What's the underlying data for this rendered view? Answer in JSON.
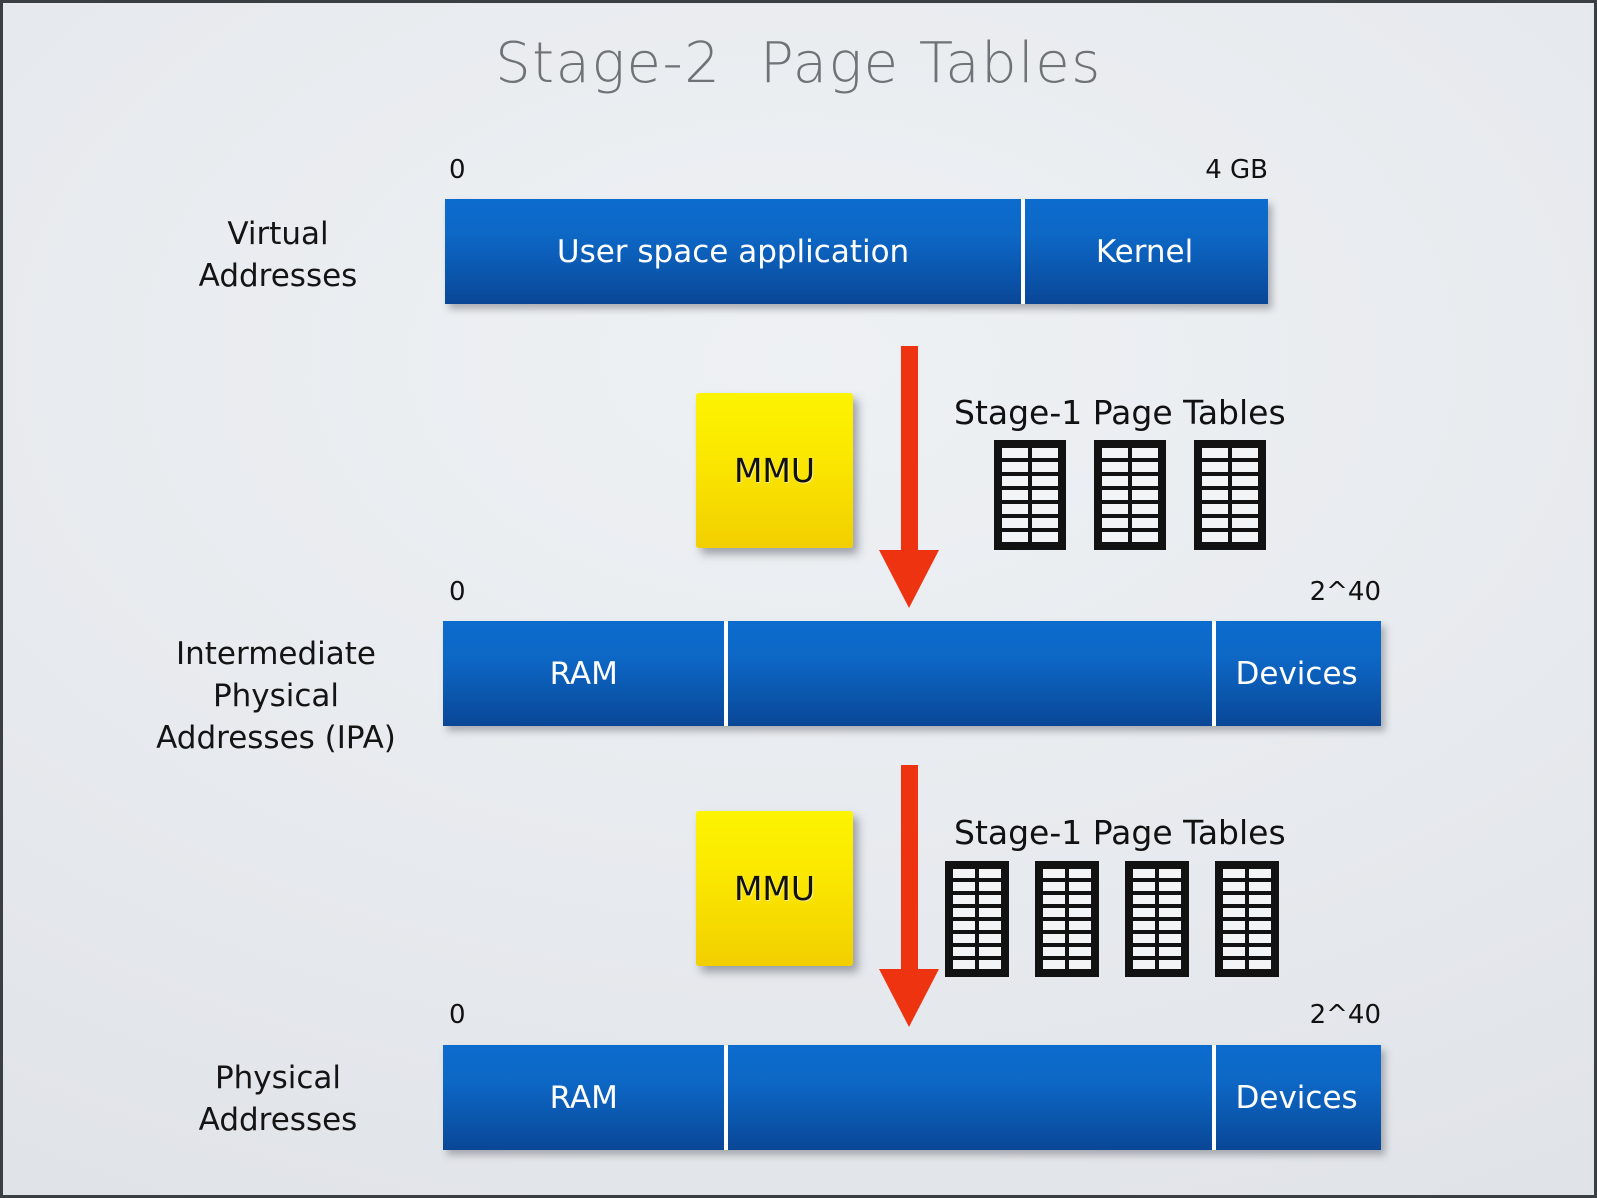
{
  "slide": {
    "title": "Stage-2  Page Tables",
    "background_color": "#e7eaee",
    "accent_blue": "#0b59b0",
    "accent_yellow": "#f7e400",
    "accent_red": "#ee3311"
  },
  "rows": [
    {
      "id": "virtual",
      "label": "Virtual\nAddresses",
      "tick_left": "0",
      "tick_right": "4 GB",
      "segments": [
        {
          "label": "User space application",
          "width_pct": 70
        },
        {
          "label": "Kernel",
          "width_pct": 30
        }
      ]
    },
    {
      "id": "ipa",
      "label": "Intermediate Physical\nAddresses (IPA)",
      "tick_left": "0",
      "tick_right": "2^40",
      "segments": [
        {
          "label": "RAM",
          "width_pct": 30
        },
        {
          "label": "",
          "width_pct": 52
        },
        {
          "label": "Devices",
          "width_pct": 18
        }
      ]
    },
    {
      "id": "physical",
      "label": "Physical\nAddresses",
      "tick_left": "0",
      "tick_right": "2^40",
      "segments": [
        {
          "label": "RAM",
          "width_pct": 30
        },
        {
          "label": "",
          "width_pct": 52
        },
        {
          "label": "Devices",
          "width_pct": 18
        }
      ]
    }
  ],
  "translation_blocks": [
    {
      "id": "stage1-upper",
      "mmu_label": "MMU",
      "page_tables_label": "Stage-1  Page Tables",
      "table_count": 3,
      "table_columns": 2,
      "table_rows": 7
    },
    {
      "id": "stage1-lower",
      "mmu_label": "MMU",
      "page_tables_label": "Stage-1  Page Tables",
      "table_count": 4,
      "table_columns": 2,
      "table_rows": 8
    }
  ],
  "arrows": [
    {
      "id": "va-to-ipa",
      "direction": "down",
      "color": "#ee3311"
    },
    {
      "id": "ipa-to-pa",
      "direction": "down",
      "color": "#ee3311"
    }
  ]
}
